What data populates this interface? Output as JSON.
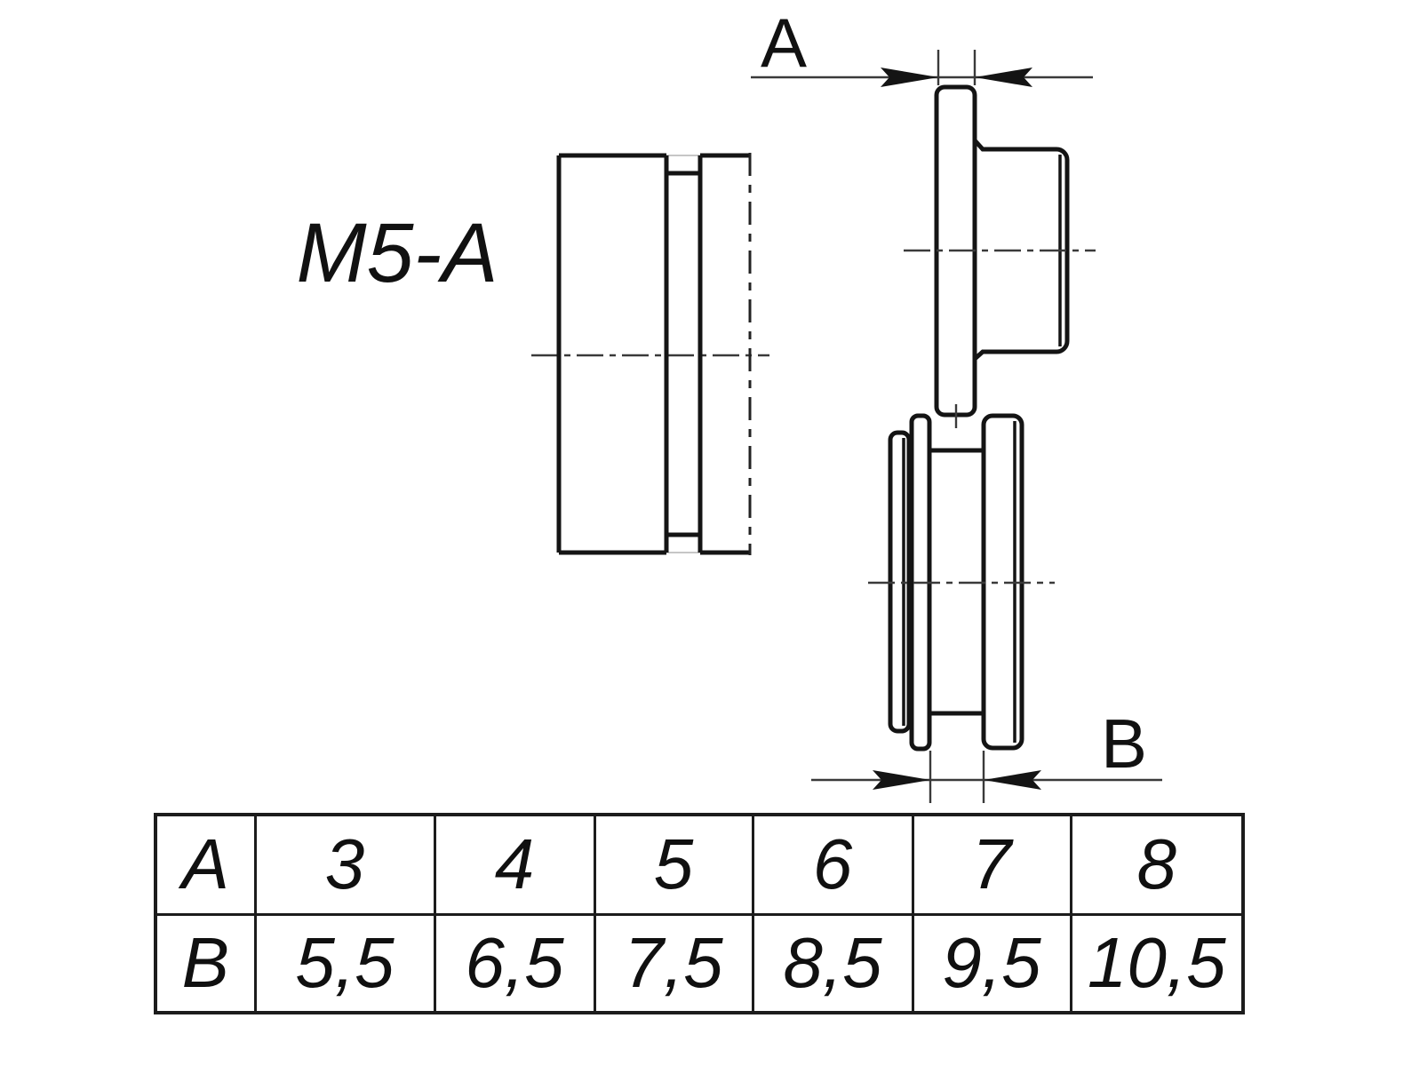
{
  "title": "M5-A",
  "drawing": {
    "dim_a_label": "A",
    "dim_b_label": "B"
  },
  "table": {
    "rows": [
      {
        "header": "A",
        "values": [
          "3",
          "4",
          "5",
          "6",
          "7",
          "8"
        ]
      },
      {
        "header": "B",
        "values": [
          "5,5",
          "6,5",
          "7,5",
          "8,5",
          "9,5",
          "10,5"
        ]
      }
    ]
  },
  "colors": {
    "line": "#141414",
    "thin_line": "#3a3a3a",
    "background": "#ffffff"
  }
}
